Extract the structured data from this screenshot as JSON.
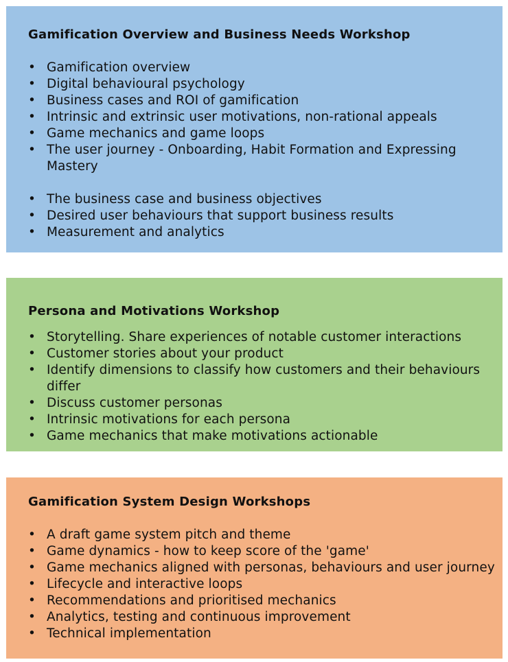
{
  "colors": {
    "box1": "#9dc3e6",
    "box2": "#a9d18e",
    "box3": "#f4b183"
  },
  "bullet_glyph": "•",
  "sections": [
    {
      "title": "Gamification Overview and Business Needs Workshop",
      "items_a": [
        "Gamification overview",
        "Digital behavioural psychology",
        "Business cases and ROI of gamification",
        "Intrinsic and extrinsic user motivations, non-rational appeals",
        "Game mechanics and game loops",
        "The user journey - Onboarding, Habit Formation and Expressing Mastery"
      ],
      "items_b": [
        "The business case and business objectives",
        "Desired user behaviours that support business results",
        "Measurement and analytics"
      ]
    },
    {
      "title": "Persona and Motivations Workshop",
      "items": [
        "Storytelling. Share experiences of notable customer interactions",
        "Customer stories about your product",
        "Identify dimensions to classify how customers and their behaviours differ",
        "Discuss customer personas",
        "Intrinsic motivations for each persona",
        "Game mechanics that make motivations actionable"
      ]
    },
    {
      "title": "Gamification System Design Workshops",
      "items": [
        "A draft game system pitch and theme",
        "Game dynamics - how to keep score of the 'game'",
        "Game mechanics aligned with personas, behaviours and user journey",
        "Lifecycle and interactive loops",
        "Recommendations and prioritised mechanics",
        "Analytics, testing and continuous improvement",
        "Technical implementation"
      ]
    }
  ]
}
